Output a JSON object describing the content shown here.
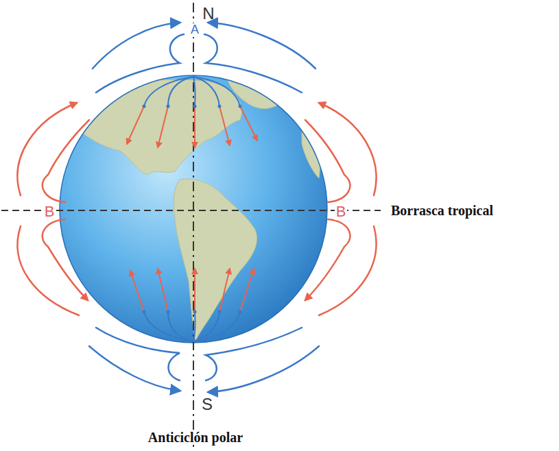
{
  "diagram": {
    "labels": [
      "N",
      "A",
      "B",
      "B",
      "Borrasca tropical",
      "S",
      "Anticiclón polar"
    ]
  }
}
